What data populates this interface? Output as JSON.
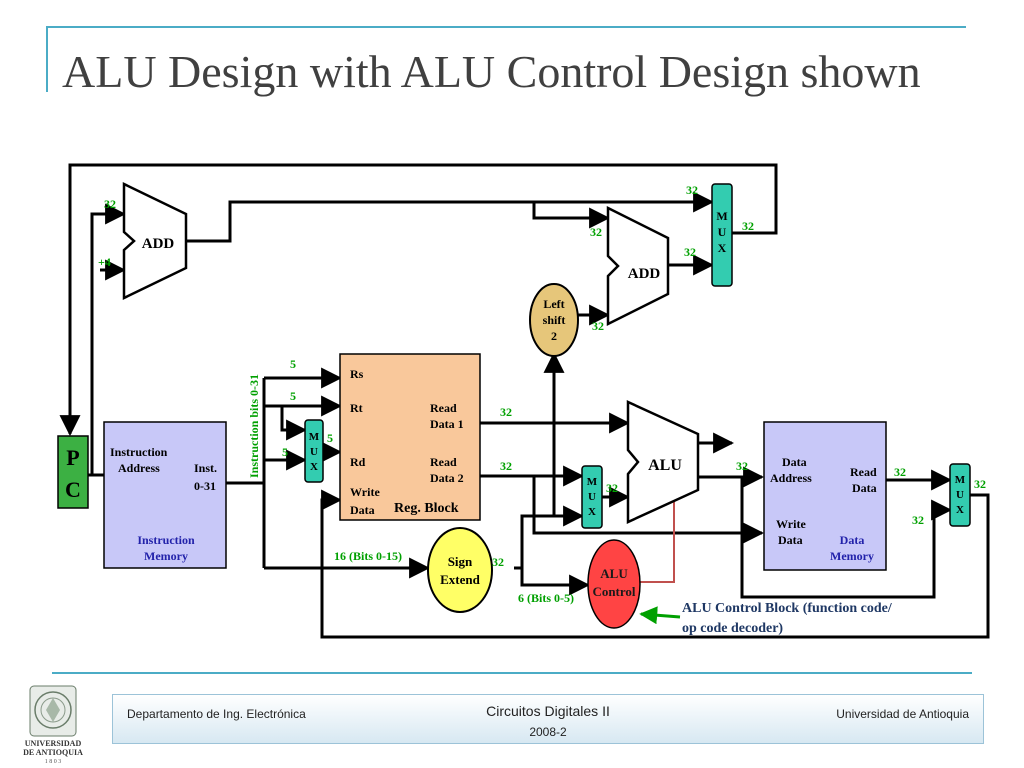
{
  "title": "ALU Design with ALU Control Design shown",
  "diagram": {
    "pc": {
      "line1": "P",
      "line2": "C"
    },
    "add_top": "ADD",
    "add_top_input": "32",
    "plus4": "+4",
    "add_branch": "ADD",
    "left_shift": {
      "line1": "Left",
      "line2": "shift",
      "line3": "2"
    },
    "mux_top": {
      "l1": "M",
      "l2": "U",
      "l3": "X"
    },
    "instr_mem": {
      "addr1": "Instruction",
      "addr2": "Address",
      "inst1": "Inst.",
      "inst2": "0-31",
      "name1": "Instruction",
      "name2": "Memory"
    },
    "instr_bits": "Instruction bits 0-31",
    "reg_block": {
      "rs": "Rs",
      "rt": "Rt",
      "rd": "Rd",
      "write1": "Write",
      "write2": "Data",
      "read1a": "Read",
      "read1b": "Data 1",
      "read2a": "Read",
      "read2b": "Data 2",
      "name": "Reg. Block"
    },
    "mux_reg": {
      "l1": "M",
      "l2": "U",
      "l3": "X"
    },
    "alu": "ALU",
    "mux_alu": {
      "l1": "M",
      "l2": "U",
      "l3": "X"
    },
    "sign_extend": {
      "line1": "Sign",
      "line2": "Extend"
    },
    "alu_control": {
      "line1": "ALU",
      "line2": "Control"
    },
    "data_mem": {
      "addr1": "Data",
      "addr2": "Address",
      "read1": "Read",
      "read2": "Data",
      "write1": "Write",
      "write2": "Data",
      "name1": "Data",
      "name2": "Memory"
    },
    "mux_mem": {
      "l1": "M",
      "l2": "U",
      "l3": "X"
    },
    "annotation": {
      "line1": "ALU Control Block (function code/",
      "line2": "op code decoder)"
    },
    "wires": {
      "w32_top": "32",
      "w32_mux_out": "32",
      "w32_addb_in": "32",
      "w32_addb_out": "32",
      "w32_shift": "32",
      "w5_rs": "5",
      "w5_rt": "5",
      "w5_rd_mux": "5",
      "w5_rd": "5",
      "w32_read1": "32",
      "w32_read2": "32",
      "w32_mux_alu": "32",
      "w32_alu_out": "32",
      "w32_mem_read": "32",
      "w32_mux_mem_in": "32",
      "w32_mux_mem_out": "32",
      "w32_sign": "32",
      "bits_0_15": "16 (Bits 0-15)",
      "bits_0_5": "6 (Bits 0-5)"
    }
  },
  "logo": {
    "line1": "UNIVERSIDAD",
    "line2": "DE ANTIOQUIA",
    "line3": "1 8 0 3"
  },
  "footer": {
    "left": "Departamento de Ing. Electrónica",
    "center": "Circuitos Digitales II",
    "center2": "2008-2",
    "right": "Universidad de Antioquia"
  },
  "colors": {
    "accent": "#4bacc6",
    "pc": "#3cb043",
    "mux": "#33ccb0",
    "reg": "#f9c89b",
    "mem": "#c8c8f8",
    "shift": "#e6c67a",
    "sign": "#ffff66",
    "alu_control": "#ff4444",
    "wire_label": "#00a000"
  }
}
